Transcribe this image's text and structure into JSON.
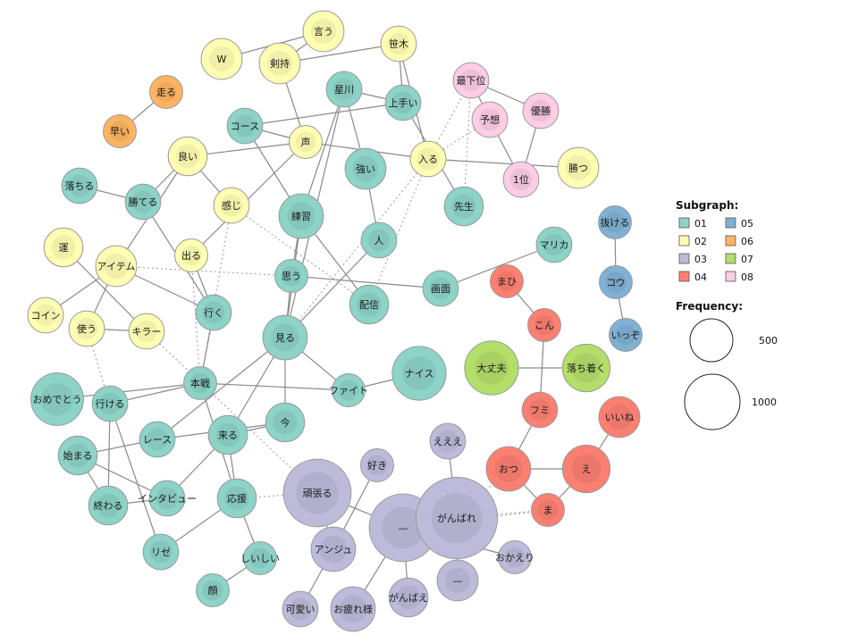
{
  "colors": {
    "01": "#8dd3c7",
    "02": "#ffffb3",
    "03": "#bebada",
    "04": "#fb8072",
    "05": "#80b1d3",
    "06": "#fdb462",
    "07": "#b3de69",
    "08": "#fccde5"
  },
  "legend": {
    "subgraph_title": "Subgraph:",
    "subgraphs": [
      "01",
      "02",
      "03",
      "04",
      "05",
      "06",
      "07",
      "08"
    ],
    "frequency_title": "Frequency:",
    "frequencies": [
      "500",
      "1000"
    ]
  },
  "nodes": [
    {
      "id": "w",
      "label": "W",
      "group": "02",
      "freq": 130
    },
    {
      "id": "iu",
      "label": "言う",
      "group": "02",
      "freq": 130
    },
    {
      "id": "kenmochi",
      "label": "剣持",
      "group": "02",
      "freq": 130
    },
    {
      "id": "sasaki",
      "label": "笹木",
      "group": "02",
      "freq": 80
    },
    {
      "id": "hoshikawa",
      "label": "星川",
      "group": "01",
      "freq": 80
    },
    {
      "id": "jouzu",
      "label": "上手い",
      "group": "01",
      "freq": 80
    },
    {
      "id": "saikai",
      "label": "最下位",
      "group": "08",
      "freq": 80
    },
    {
      "id": "yosou",
      "label": "予想",
      "group": "08",
      "freq": 80
    },
    {
      "id": "yushou",
      "label": "優勝",
      "group": "08",
      "freq": 80
    },
    {
      "id": "ichii",
      "label": "1位",
      "group": "08",
      "freq": 80
    },
    {
      "id": "katsu",
      "label": "勝つ",
      "group": "02",
      "freq": 130
    },
    {
      "id": "hashiru",
      "label": "走る",
      "group": "06",
      "freq": 60
    },
    {
      "id": "hayai",
      "label": "早い",
      "group": "06",
      "freq": 60
    },
    {
      "id": "course",
      "label": "コース",
      "group": "01",
      "freq": 80
    },
    {
      "id": "koe",
      "label": "声",
      "group": "02",
      "freq": 60
    },
    {
      "id": "hairu",
      "label": "入る",
      "group": "02",
      "freq": 80
    },
    {
      "id": "tsuyoi",
      "label": "強い",
      "group": "01",
      "freq": 130
    },
    {
      "id": "yoi",
      "label": "良い",
      "group": "02",
      "freq": 110
    },
    {
      "id": "ochiru",
      "label": "落ちる",
      "group": "01",
      "freq": 80
    },
    {
      "id": "kateru",
      "label": "勝てる",
      "group": "01",
      "freq": 80
    },
    {
      "id": "kanji",
      "label": "感じ",
      "group": "02",
      "freq": 80
    },
    {
      "id": "sensei",
      "label": "先生",
      "group": "01",
      "freq": 110
    },
    {
      "id": "renshu",
      "label": "練習",
      "group": "01",
      "freq": 170
    },
    {
      "id": "hito",
      "label": "人",
      "group": "01",
      "freq": 80
    },
    {
      "id": "nukeru",
      "label": "抜ける",
      "group": "05",
      "freq": 60
    },
    {
      "id": "un",
      "label": "運",
      "group": "02",
      "freq": 110
    },
    {
      "id": "item",
      "label": "アイテム",
      "group": "02",
      "freq": 130
    },
    {
      "id": "deru",
      "label": "出る",
      "group": "02",
      "freq": 60
    },
    {
      "id": "omou",
      "label": "思う",
      "group": "01",
      "freq": 60
    },
    {
      "id": "marika",
      "label": "マリカ",
      "group": "01",
      "freq": 80
    },
    {
      "id": "kou",
      "label": "コウ",
      "group": "05",
      "freq": 60
    },
    {
      "id": "mahi",
      "label": "まひ",
      "group": "04",
      "freq": 60
    },
    {
      "id": "gamen",
      "label": "画面",
      "group": "01",
      "freq": 80
    },
    {
      "id": "haishin",
      "label": "配信",
      "group": "01",
      "freq": 110
    },
    {
      "id": "coin",
      "label": "コイン",
      "group": "02",
      "freq": 80
    },
    {
      "id": "tsukau",
      "label": "使う",
      "group": "02",
      "freq": 80
    },
    {
      "id": "killer",
      "label": "キラー",
      "group": "02",
      "freq": 80
    },
    {
      "id": "iku",
      "label": "行く",
      "group": "01",
      "freq": 80
    },
    {
      "id": "miru",
      "label": "見る",
      "group": "01",
      "freq": 170
    },
    {
      "id": "kon",
      "label": "こん",
      "group": "04",
      "freq": 60
    },
    {
      "id": "ikuzo",
      "label": "いっぞ",
      "group": "05",
      "freq": 60
    },
    {
      "id": "daijoubu",
      "label": "大丈夫",
      "group": "07",
      "freq": 300
    },
    {
      "id": "ochitsuku",
      "label": "落ち着く",
      "group": "07",
      "freq": 210
    },
    {
      "id": "nice",
      "label": "ナイス",
      "group": "01",
      "freq": 300
    },
    {
      "id": "omedetou",
      "label": "おめでとう",
      "group": "01",
      "freq": 280
    },
    {
      "id": "honsen",
      "label": "本戦",
      "group": "01",
      "freq": 60
    },
    {
      "id": "fight",
      "label": "ファイト",
      "group": "01",
      "freq": 60
    },
    {
      "id": "ikeru",
      "label": "行ける",
      "group": "01",
      "freq": 80
    },
    {
      "id": "fumi",
      "label": "フミ",
      "group": "04",
      "freq": 80
    },
    {
      "id": "iine",
      "label": "いいね",
      "group": "04",
      "freq": 130
    },
    {
      "id": "race",
      "label": "レース",
      "group": "01",
      "freq": 80
    },
    {
      "id": "kuru",
      "label": "来る",
      "group": "01",
      "freq": 110
    },
    {
      "id": "ima",
      "label": "今",
      "group": "01",
      "freq": 110
    },
    {
      "id": "eee",
      "label": "えええ",
      "group": "03",
      "freq": 80
    },
    {
      "id": "hajimaru",
      "label": "始まる",
      "group": "01",
      "freq": 110
    },
    {
      "id": "suki",
      "label": "好き",
      "group": "03",
      "freq": 60
    },
    {
      "id": "otsu",
      "label": "おつ",
      "group": "04",
      "freq": 170
    },
    {
      "id": "e",
      "label": "え",
      "group": "04",
      "freq": 210
    },
    {
      "id": "ganbaru",
      "label": "頑張る",
      "group": "03",
      "freq": 560
    },
    {
      "id": "interview",
      "label": "インタビュー",
      "group": "01",
      "freq": 80
    },
    {
      "id": "ouen",
      "label": "応援",
      "group": "01",
      "freq": 110
    },
    {
      "id": "owaru",
      "label": "終わる",
      "group": "01",
      "freq": 110
    },
    {
      "id": "dash",
      "label": "—",
      "group": "03",
      "freq": 560
    },
    {
      "id": "ganbare",
      "label": "がんばれ",
      "group": "03",
      "freq": 900
    },
    {
      "id": "ma",
      "label": "ま",
      "group": "04",
      "freq": 60
    },
    {
      "id": "ange",
      "label": "アンジュ",
      "group": "03",
      "freq": 170
    },
    {
      "id": "okaeri",
      "label": "おかえり",
      "group": "03",
      "freq": 60
    },
    {
      "id": "lize",
      "label": "リゼ",
      "group": "01",
      "freq": 80
    },
    {
      "id": "shiishii",
      "label": "しいしい",
      "group": "01",
      "freq": 60
    },
    {
      "id": "dash2",
      "label": "—",
      "group": "03",
      "freq": 130
    },
    {
      "id": "kao",
      "label": "顔",
      "group": "01",
      "freq": 60
    },
    {
      "id": "ganbae",
      "label": "がんばえ",
      "group": "03",
      "freq": 110
    },
    {
      "id": "kawaii",
      "label": "可愛い",
      "group": "03",
      "freq": 80
    },
    {
      "id": "otsukare",
      "label": "お疲れ様",
      "group": "03",
      "freq": 170
    }
  ],
  "edges": [
    [
      "w",
      "iu",
      "solid"
    ],
    [
      "kenmochi",
      "iu",
      "solid"
    ],
    [
      "kenmochi",
      "sasaki",
      "solid"
    ],
    [
      "kenmochi",
      "koe",
      "solid"
    ],
    [
      "sasaki",
      "jouzu",
      "solid"
    ],
    [
      "sasaki",
      "hairu",
      "solid"
    ],
    [
      "hoshikawa",
      "tsuyoi",
      "solid"
    ],
    [
      "hoshikawa",
      "renshu",
      "solid"
    ],
    [
      "jouzu",
      "hoshikawa",
      "solid"
    ],
    [
      "jouzu",
      "sensei",
      "solid"
    ],
    [
      "saikai",
      "yushou",
      "solid"
    ],
    [
      "saikai",
      "yosou",
      "solid"
    ],
    [
      "yosou",
      "ichii",
      "solid"
    ],
    [
      "yushou",
      "ichii",
      "solid"
    ],
    [
      "hashiru",
      "hayai",
      "solid"
    ],
    [
      "course",
      "jouzu",
      "solid"
    ],
    [
      "course",
      "renshu",
      "solid"
    ],
    [
      "yoi",
      "koe",
      "solid"
    ],
    [
      "koe",
      "hairu",
      "solid"
    ],
    [
      "hairu",
      "katsu",
      "solid"
    ],
    [
      "yoi",
      "item",
      "solid"
    ],
    [
      "yoi",
      "kanji",
      "solid"
    ],
    [
      "yoi",
      "kateru",
      "solid"
    ],
    [
      "ochiru",
      "kateru",
      "solid"
    ],
    [
      "kateru",
      "iku",
      "solid"
    ],
    [
      "kanji",
      "haishin",
      "dotted"
    ],
    [
      "koe",
      "deru",
      "solid"
    ],
    [
      "deru",
      "iku",
      "solid"
    ],
    [
      "deru",
      "honsen",
      "dotted"
    ],
    [
      "tsuyoi",
      "hito",
      "solid"
    ],
    [
      "hito",
      "miru",
      "solid"
    ],
    [
      "renshu",
      "omou",
      "solid"
    ],
    [
      "renshu",
      "haishin",
      "solid"
    ],
    [
      "renshu",
      "miru",
      "solid"
    ],
    [
      "omou",
      "miru",
      "solid"
    ],
    [
      "omou",
      "gamen",
      "solid"
    ],
    [
      "gamen",
      "marika",
      "solid"
    ],
    [
      "nukeru",
      "kou",
      "solid"
    ],
    [
      "kou",
      "ikuzo",
      "solid"
    ],
    [
      "un",
      "killer",
      "solid"
    ],
    [
      "item",
      "coin",
      "solid"
    ],
    [
      "item",
      "omou",
      "dotted"
    ],
    [
      "tsukau",
      "killer",
      "solid"
    ],
    [
      "tsukau",
      "ikeru",
      "dotted"
    ],
    [
      "killer",
      "ganbaru",
      "dotted"
    ],
    [
      "iku",
      "honsen",
      "solid"
    ],
    [
      "hoshikawa",
      "miru",
      "solid"
    ],
    [
      "miru",
      "kuru",
      "solid"
    ],
    [
      "miru",
      "ima",
      "solid"
    ],
    [
      "miru",
      "race",
      "solid"
    ],
    [
      "miru",
      "fight",
      "solid"
    ],
    [
      "item",
      "tsukau",
      "solid"
    ],
    [
      "honsen",
      "omedetou",
      "solid"
    ],
    [
      "honsen",
      "ikeru",
      "solid"
    ],
    [
      "honsen",
      "ouen",
      "solid"
    ],
    [
      "honsen",
      "fight",
      "solid"
    ],
    [
      "fight",
      "nice",
      "solid"
    ],
    [
      "mahi",
      "kon",
      "solid"
    ],
    [
      "kon",
      "fumi",
      "solid"
    ],
    [
      "fumi",
      "otsu",
      "solid"
    ],
    [
      "otsu",
      "e",
      "solid"
    ],
    [
      "otsu",
      "ma",
      "solid"
    ],
    [
      "e",
      "iine",
      "solid"
    ],
    [
      "e",
      "ma",
      "solid"
    ],
    [
      "daijoubu",
      "ochitsuku",
      "solid"
    ],
    [
      "race",
      "hajimaru",
      "solid"
    ],
    [
      "race",
      "ima",
      "solid"
    ],
    [
      "kuru",
      "interview",
      "solid"
    ],
    [
      "kuru",
      "ouen",
      "solid"
    ],
    [
      "kuru",
      "ima",
      "solid"
    ],
    [
      "hajimaru",
      "owaru",
      "solid"
    ],
    [
      "hajimaru",
      "interview",
      "solid"
    ],
    [
      "ikeru",
      "owaru",
      "solid"
    ],
    [
      "ikeru",
      "lize",
      "solid"
    ],
    [
      "interview",
      "owaru",
      "solid"
    ],
    [
      "ouen",
      "lize",
      "solid"
    ],
    [
      "ouen",
      "ganbaru",
      "dotted"
    ],
    [
      "ganbaru",
      "dash",
      "solid"
    ],
    [
      "dash",
      "ganbare",
      "solid"
    ],
    [
      "ganbare",
      "eee",
      "solid"
    ],
    [
      "ganbare",
      "dash2",
      "solid"
    ],
    [
      "ganbare",
      "otsu",
      "dotted"
    ],
    [
      "ganbare",
      "ma",
      "dotted"
    ],
    [
      "dash",
      "okaeri",
      "solid"
    ],
    [
      "dash",
      "ganbae",
      "solid"
    ],
    [
      "dash",
      "otsukare",
      "solid"
    ],
    [
      "suki",
      "ange",
      "solid"
    ],
    [
      "ange",
      "kawaii",
      "solid"
    ],
    [
      "ouen",
      "shiishii",
      "solid"
    ],
    [
      "kao",
      "shiishii",
      "solid"
    ],
    [
      "hairu",
      "saikai",
      "dotted"
    ],
    [
      "hairu",
      "yosou",
      "dotted"
    ],
    [
      "sensei",
      "saikai",
      "dotted"
    ],
    [
      "hairu",
      "haishin",
      "dotted"
    ],
    [
      "hairu",
      "miru",
      "dotted"
    ],
    [
      "dash",
      "ma",
      "dotted"
    ],
    [
      "item",
      "iku",
      "solid"
    ],
    [
      "honsen",
      "kanji",
      "dotted"
    ],
    [
      "koe",
      "course",
      "solid"
    ],
    [
      "ange",
      "ganbaru",
      "solid"
    ]
  ]
}
